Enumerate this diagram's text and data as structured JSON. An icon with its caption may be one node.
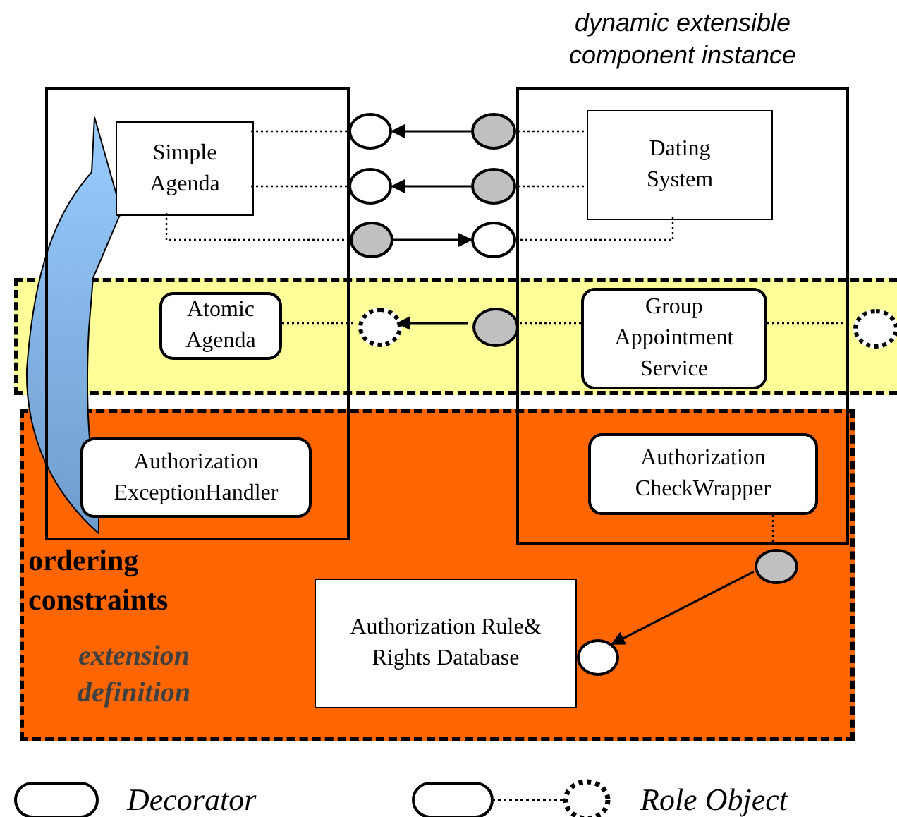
{
  "diagram": {
    "nodes": [
      {
        "text": [],
        "shape": "box"
      },
      {
        "text": [],
        "shape": "box",
        "beside": [
          "dynamic extensible component instance"
        ]
      },
      {
        "text": [
          "Simple Agenda"
        ],
        "in": 0
      },
      {
        "text": [
          "Dating System"
        ],
        "in": 1
      },
      {
        "text": [],
        "shape": "circle"
      },
      {
        "text": [],
        "shape": "circle"
      },
      {
        "text": [],
        "shape": "circle"
      },
      {
        "text": [],
        "shape": "circle"
      },
      {
        "text": [],
        "shape": "circle"
      },
      {
        "text": [],
        "shape": "circle"
      },
      {
        "text": [],
        "shape": "band"
      },
      {
        "text": [
          "Atomic Agenda"
        ]
      },
      {
        "text": [],
        "shape": "circle",
        "in": 10
      },
      {
        "text": [],
        "shape": "circle",
        "in": 10
      },
      {
        "text": [
          "Group Appointment Service"
        ]
      },
      {
        "text": [],
        "shape": "circle",
        "in": 10
      },
      {
        "text": [],
        "shape": "band"
      },
      {
        "text": [
          "Authorization ExceptionHandler"
        ]
      },
      {
        "text": [
          "Authorization CheckWrapper"
        ]
      },
      {
        "text": [],
        "shape": "circle",
        "in": 16
      },
      {
        "text": [
          "Authorization Rule& Rights Database"
        ],
        "in": 16
      },
      {
        "text": [],
        "shape": "circle",
        "in": 16
      }
    ],
    "edges": [
      {
        "from": 5,
        "to": 4,
        "arrow": "to"
      },
      {
        "from": 7,
        "to": 6,
        "arrow": "to"
      },
      {
        "from": 8,
        "to": 9,
        "arrow": "to"
      },
      {
        "from": 13,
        "to": 12,
        "arrow": "to"
      },
      {
        "from": 19,
        "to": 21,
        "arrow": "to"
      },
      {
        "from": 2,
        "to": 4,
        "arrow": "none",
        "style": "dashed"
      },
      {
        "from": 2,
        "to": 6,
        "arrow": "none",
        "style": "dashed"
      },
      {
        "from": 2,
        "to": 8,
        "arrow": "none",
        "style": "dashed"
      },
      {
        "from": 3,
        "to": 5,
        "arrow": "none",
        "style": "dashed"
      },
      {
        "from": 3,
        "to": 7,
        "arrow": "none",
        "style": "dashed"
      },
      {
        "from": 3,
        "to": 9,
        "arrow": "none",
        "style": "dashed"
      },
      {
        "from": 11,
        "to": 12,
        "arrow": "none",
        "style": "dashed"
      },
      {
        "from": 14,
        "to": 13,
        "arrow": "none",
        "style": "dashed"
      },
      {
        "from": 14,
        "to": 15,
        "arrow": "none",
        "style": "dashed"
      },
      {
        "from": 18,
        "to": 19,
        "arrow": "none",
        "style": "dashed"
      }
    ],
    "labels": [
      "ordering constraints",
      "extension definition"
    ],
    "legend": [
      {
        "text": "Decorator"
      },
      {
        "text": "Role Object"
      }
    ]
  }
}
